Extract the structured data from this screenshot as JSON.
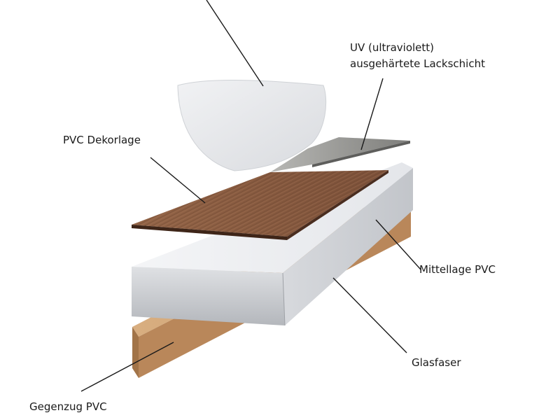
{
  "labels": {
    "uv_line1": "UV (ultraviolett)",
    "uv_line2": "ausgehärtete Lackschicht",
    "dekor": "PVC Dekorlage",
    "mittel": "Mittellage PVC",
    "glas": "Glasfaser",
    "gegen": "Gegenzug PVC"
  },
  "colors": {
    "cork": "#c79a6c",
    "wood": "#8a5a3c",
    "uv_film": "#9a9a98",
    "pvc_core": "#dfe1e4",
    "glass_fiber": "#e0a874",
    "peel_sheet": "#e8eaed",
    "leader_line": "#1a1a1a"
  }
}
